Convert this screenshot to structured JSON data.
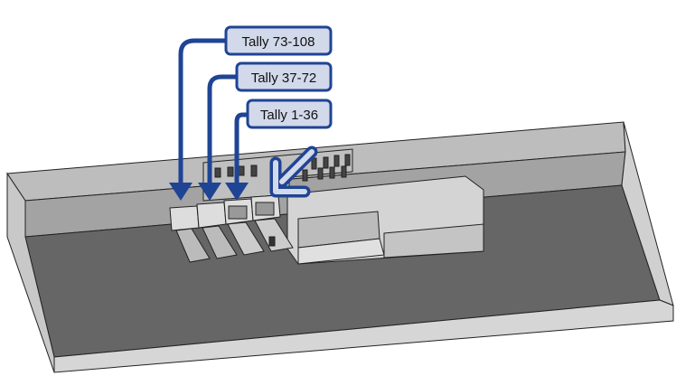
{
  "callouts": [
    {
      "label": "Tally 73-108"
    },
    {
      "label": "Tally 37-72"
    },
    {
      "label": "Tally 1-36"
    }
  ],
  "colors": {
    "callout_stroke": "#1f4494",
    "callout_fill": "#d2d9ea",
    "floor": "#666666",
    "wall": "#a3a3a3",
    "rim": "#d0d0d0"
  }
}
